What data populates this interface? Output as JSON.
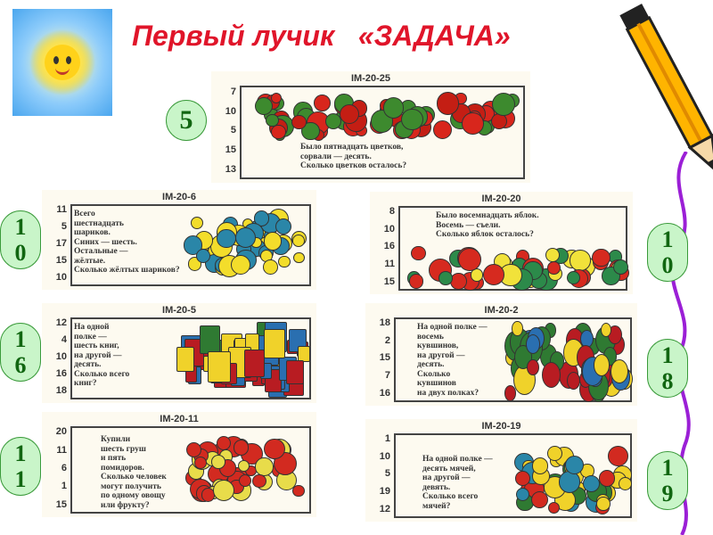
{
  "title": "Первый лучик   «ЗАДАЧА»",
  "colors": {
    "title": "#e0152a",
    "answer_fill": "#c9f5c9",
    "answer_text": "#116611",
    "squiggle": "#9b1fd6"
  },
  "cards": [
    {
      "code": "IM-20-25",
      "nums": [
        "7",
        "10",
        "5",
        "15",
        "13"
      ],
      "text": "Было пятнадцать цветков,\nсорвали — десять.\nСколько цветков осталось?",
      "answer": "5",
      "picture": "flowers"
    },
    {
      "code": "IM-20-6",
      "nums": [
        "11",
        "5",
        "17",
        "15",
        "10"
      ],
      "text": "Всего\nшестнадцать\nшариков.\nСиних — шесть.\nОстальные —\nжёлтые.\nСколько жёлтых шариков?",
      "answer": "10",
      "picture": "balloons"
    },
    {
      "code": "IM-20-20",
      "nums": [
        "8",
        "10",
        "16",
        "11",
        "15"
      ],
      "text": "Было восемнадцать яблок.\nВосемь — съели.\nСколько яблок осталось?",
      "answer": "10",
      "picture": "apples"
    },
    {
      "code": "IM-20-5",
      "nums": [
        "12",
        "4",
        "10",
        "16",
        "18"
      ],
      "text": "На одной\nполке —\nшесть книг,\nна другой —\nдесять.\nСколько всего\nкниг?",
      "answer": "16",
      "picture": "books"
    },
    {
      "code": "IM-20-2",
      "nums": [
        "18",
        "2",
        "15",
        "7",
        "16"
      ],
      "text": "На одной полке —\nвосемь\nкувшинов,\nна другой —\nдесять.\nСколько\nкувшинов\nна двух полках?",
      "answer": "18",
      "picture": "jugs"
    },
    {
      "code": "IM-20-11",
      "nums": [
        "20",
        "11",
        "6",
        "1",
        "15"
      ],
      "text": "Купили\nшесть груш\nи пять\nпомидоров.\nСколько человек\nмогут получить\nпо одному овощу\nили фрукту?",
      "answer": "11",
      "picture": "pears-tomatoes"
    },
    {
      "code": "IM-20-19",
      "nums": [
        "1",
        "10",
        "5",
        "19",
        "12"
      ],
      "text": "На одной полке —\nдесять мячей,\nна другой —\nдевять.\nСколько всего\nмячей?",
      "answer": "19",
      "picture": "balls"
    }
  ]
}
